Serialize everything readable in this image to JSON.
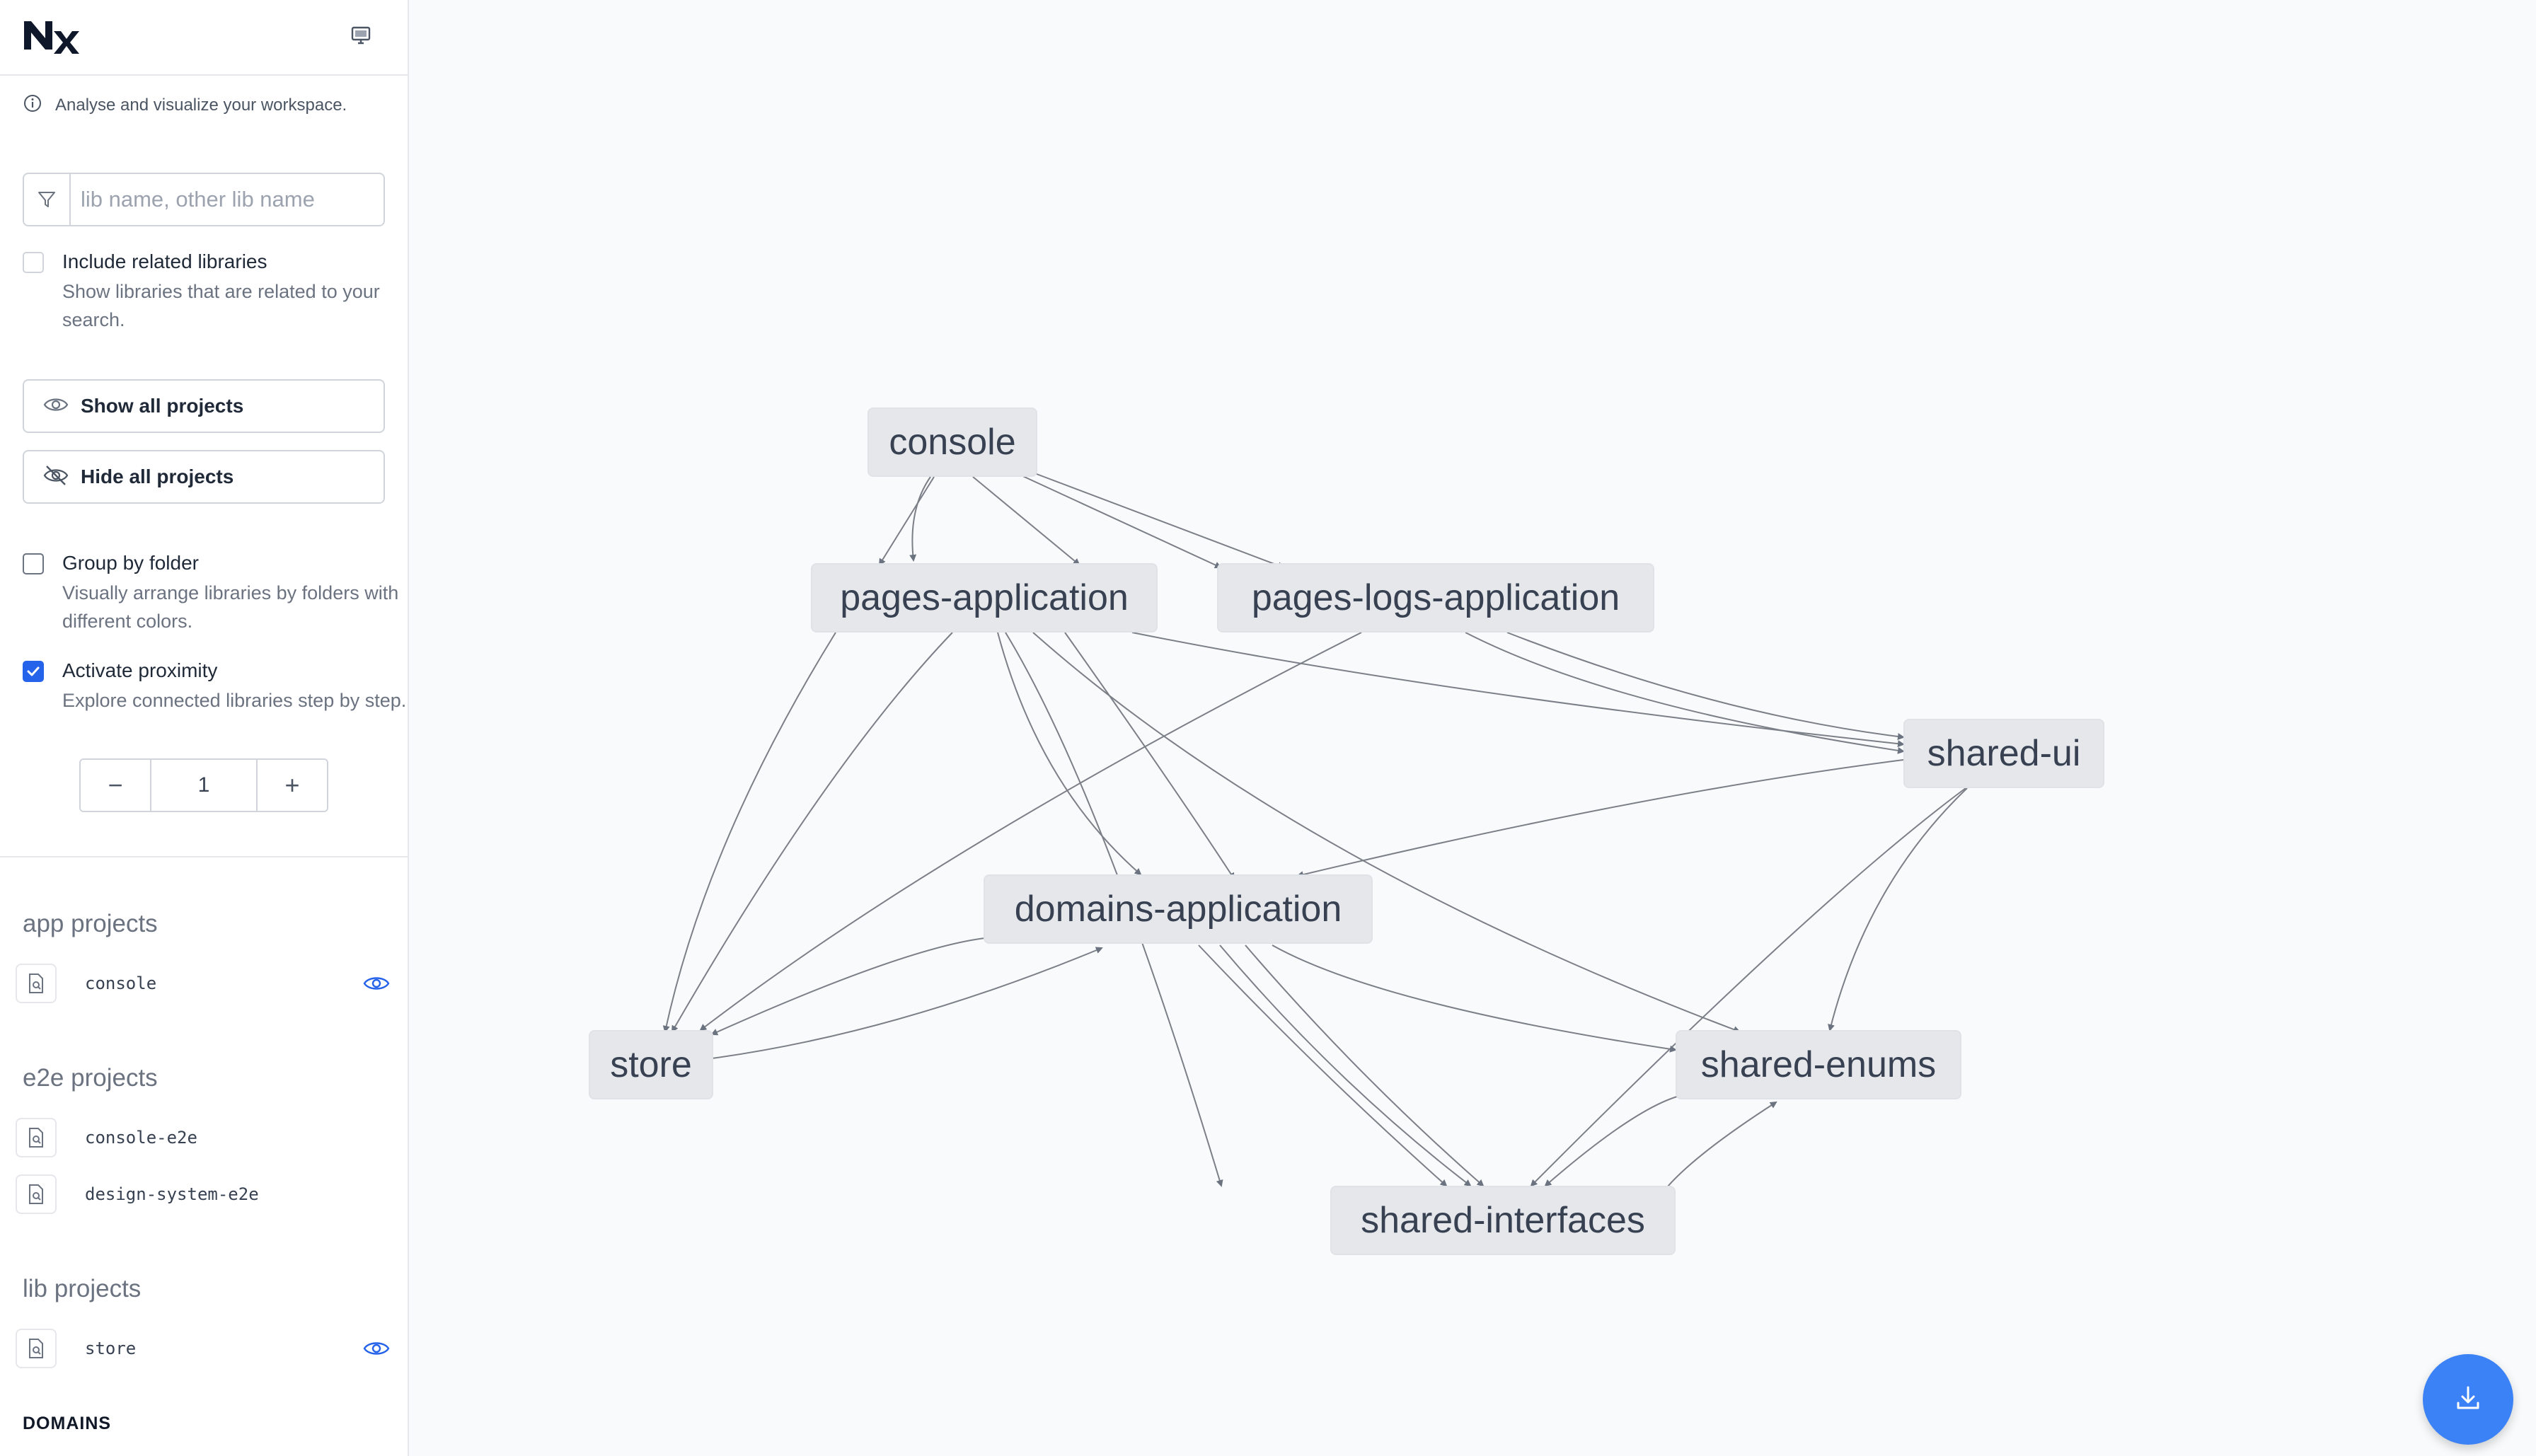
{
  "app": {
    "logo_alt": "Nx",
    "info_text": "Analyse and visualize your workspace."
  },
  "search": {
    "placeholder": "lib name, other lib name",
    "value": ""
  },
  "include_related": {
    "label": "Include related libraries",
    "description": "Show libraries that are related to your search.",
    "checked": false
  },
  "buttons": {
    "show_all": "Show all projects",
    "hide_all": "Hide all projects"
  },
  "group_by_folder": {
    "label": "Group by folder",
    "description": "Visually arrange libraries by folders with different colors.",
    "checked": false
  },
  "proximity": {
    "label": "Activate proximity",
    "description": "Explore connected libraries step by step.",
    "checked": true,
    "value": "1",
    "minus": "−",
    "plus": "+"
  },
  "groups": {
    "app": {
      "title": "app projects",
      "items": [
        "console"
      ]
    },
    "e2e": {
      "title": "e2e projects",
      "items": [
        "console-e2e",
        "design-system-e2e"
      ]
    },
    "lib": {
      "title": "lib projects",
      "items": [
        "store"
      ]
    },
    "domains": {
      "title": "DOMAINS"
    }
  },
  "graph": {
    "nodes": {
      "console": "console",
      "pages_application": "pages-application",
      "pages_logs_application": "pages-logs-application",
      "shared_ui": "shared-ui",
      "domains_application": "domains-application",
      "store": "store",
      "shared_enums": "shared-enums",
      "shared_interfaces": "shared-interfaces"
    }
  },
  "colors": {
    "accent": "#2563eb",
    "node_bg": "#e5e7eb",
    "edge": "#6b7280",
    "download": "#3b82f6"
  },
  "icons": [
    "nx-logo",
    "monitor-icon",
    "info-icon",
    "filter-icon",
    "eye-icon",
    "eye-off-icon",
    "file-icon",
    "download-icon"
  ]
}
